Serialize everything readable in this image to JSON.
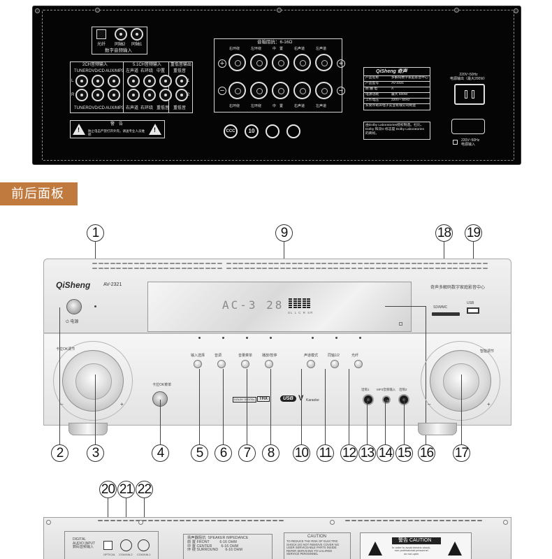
{
  "rear_panel": {
    "digital_input": {
      "labels": [
        "光纤",
        "同轴2",
        "同轴1"
      ],
      "title": "数字音频输入"
    },
    "audio_2ch": {
      "title": "2CH音频输入",
      "top_labels": [
        "TUNER",
        "DVD/CD",
        "AUX/MP3"
      ],
      "bottom_labels": [
        "TUNER",
        "DVD/CD",
        "AUX/MP3"
      ],
      "side_l": "L",
      "side_r": "R"
    },
    "audio_51": {
      "title": "5.1CH音频输入",
      "top_labels": [
        "左声道",
        "右环绕",
        "中置"
      ],
      "bottom_labels": [
        "右声道",
        "右环绕",
        "重低音"
      ]
    },
    "sub_out": {
      "title": "重低音输出",
      "top_label": "重低音",
      "bottom_label": "重低音",
      "n1": "1",
      "n2": "2"
    },
    "warning": {
      "title": "警　告",
      "text": "防止电击严禁打开外壳，请送专业人员维修"
    },
    "speakers": {
      "title": "音箱阻抗：6-16Ω",
      "top_labels": [
        "右环绕",
        "左环绕",
        "中　置",
        "右声道",
        "左声道"
      ],
      "bottom_labels": [
        "右环绕",
        "左环绕",
        "中　置",
        "右声道",
        "左声道"
      ]
    },
    "certs": [
      "CCC",
      "10",
      "",
      ""
    ],
    "spec_table": {
      "brand": "QiSheng 奇声",
      "rows": [
        [
          "产品名称",
          "多解码数字家庭影音中心"
        ],
        [
          "产品型号",
          "AV-2321"
        ],
        [
          "防 触 电",
          "A"
        ],
        [
          "电源功耗",
          "最大 500W"
        ],
        [
          "工作电压",
          "220V~ 50Hz"
        ],
        [
          "东莞市奇声电子实业有限公司制造",
          ""
        ]
      ]
    },
    "dolby_note": "由Dolby Laboratories授权制造。杜比、Dolby 和双D 标志是 Dolby Laboratories 的商标。",
    "ac_out": "220V~50Hz\n电源输出（最大200W）",
    "ac_in": "220V~50Hz\n电源输入"
  },
  "section_badge": "前后面板",
  "front_panel": {
    "brand": "QiSheng",
    "model": "AV-2321",
    "power_label": "电源",
    "tagline": "奇声多解码数字家庭影音中心",
    "display_text": "AC-3  28",
    "display_channels": "SL  L  C  R  SR",
    "left_knob_label": "卡拉OK调节",
    "right_knob_label": "智能调节",
    "karaoke_menu_label": "卡拉OK菜单",
    "button_labels": [
      "输入选择",
      "音调",
      "音量菜单",
      "播放/暂停",
      "声道模式",
      "同轴1/2",
      "光纤"
    ],
    "logos": [
      "DOLBY DIGITAL",
      "THX",
      "USB",
      "Karaoke"
    ],
    "mic_labels": [
      "话筒1",
      "MP3音频输入",
      "话筒2"
    ],
    "sd_label": "SD/MMC",
    "usb_label": "USB"
  },
  "callouts_top": [
    "1",
    "9",
    "18",
    "19"
  ],
  "callouts_bottom": [
    "2",
    "3",
    "4",
    "5",
    "6",
    "7",
    "8",
    "10",
    "11",
    "12",
    "13",
    "14",
    "15",
    "16",
    "17"
  ],
  "callouts_rear": [
    "20",
    "21",
    "22"
  ],
  "rear_bottom": {
    "digital_input": "DIGITAL\nAUDIO INPUT\n数码音频输入",
    "input_labels": [
      "OPTICAL",
      "COAXIAL2",
      "COAXIAL1"
    ],
    "impedance": "扬声器阻抗  SPEAKER IMPEDANCE\n前 置 FRONT          6-16 OHM\n中 置 CENTER         6-16 OHM\n环 绕 SURROUND       6-16 OHM",
    "caution_title": "CAUTION",
    "caution_text": "TO REDUCE THE RISK OF ELECTRIC\nSHOCK DO NOT REMOVE COVER NO\nUSER SERVICEABLE PARTS INSIDE\nREFER SERVICING TO UALIFIED\nSERVICE PERSONNEL",
    "warn_title": "警告 CAUTION",
    "warn_text": "In order to avoid electric shock,\nnon professional personnel\ndo not open"
  }
}
